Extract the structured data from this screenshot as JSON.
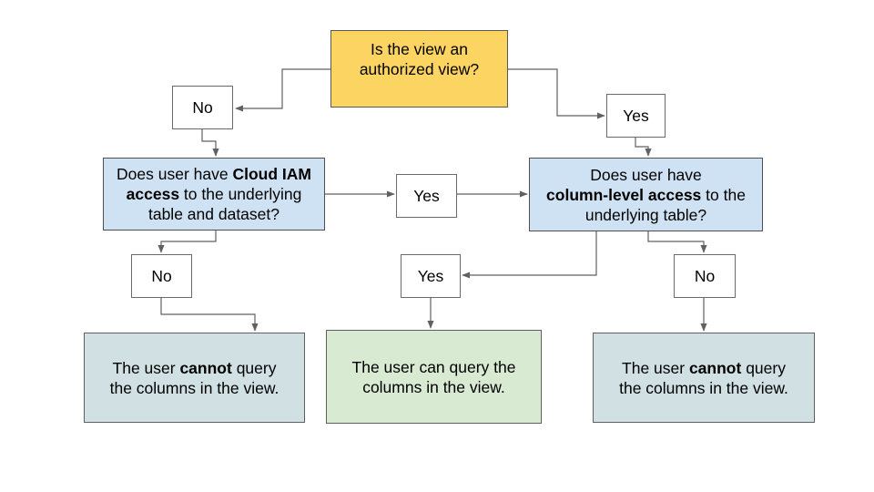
{
  "colors": {
    "decision_yellow": "#FCD462",
    "question_blue": "#CFE2F3",
    "outcome_green": "#D9EAD3",
    "outcome_gray": "#D0E0E3",
    "connector_gray": "#616161",
    "text": "#000000"
  },
  "nodes": {
    "authorized_view": {
      "line1": "Is the view an",
      "line2": "authorized view?"
    },
    "no_left": "No",
    "yes_right": "Yes",
    "cloud_iam": {
      "l1a": "Does user have ",
      "l1b": "Cloud IAM",
      "l2a": "access",
      "l2b": " to the underlying",
      "l3": "table and dataset?"
    },
    "yes_mid": "Yes",
    "column_level": {
      "l1": "Does user have",
      "l2a": "column-level access",
      "l2b": " to the",
      "l3": "underlying table?"
    },
    "no_iam": "No",
    "yes_col": "Yes",
    "no_col": "No",
    "outcome_left": {
      "l1a": "The user ",
      "l1b": "cannot",
      "l1c": " query",
      "l2": "the columns in the view."
    },
    "outcome_mid": {
      "l1": "The user can query the",
      "l2": "columns in the view."
    },
    "outcome_right": {
      "l1a": "The user ",
      "l1b": "cannot",
      "l1c": " query",
      "l2": "the columns in the view."
    }
  }
}
